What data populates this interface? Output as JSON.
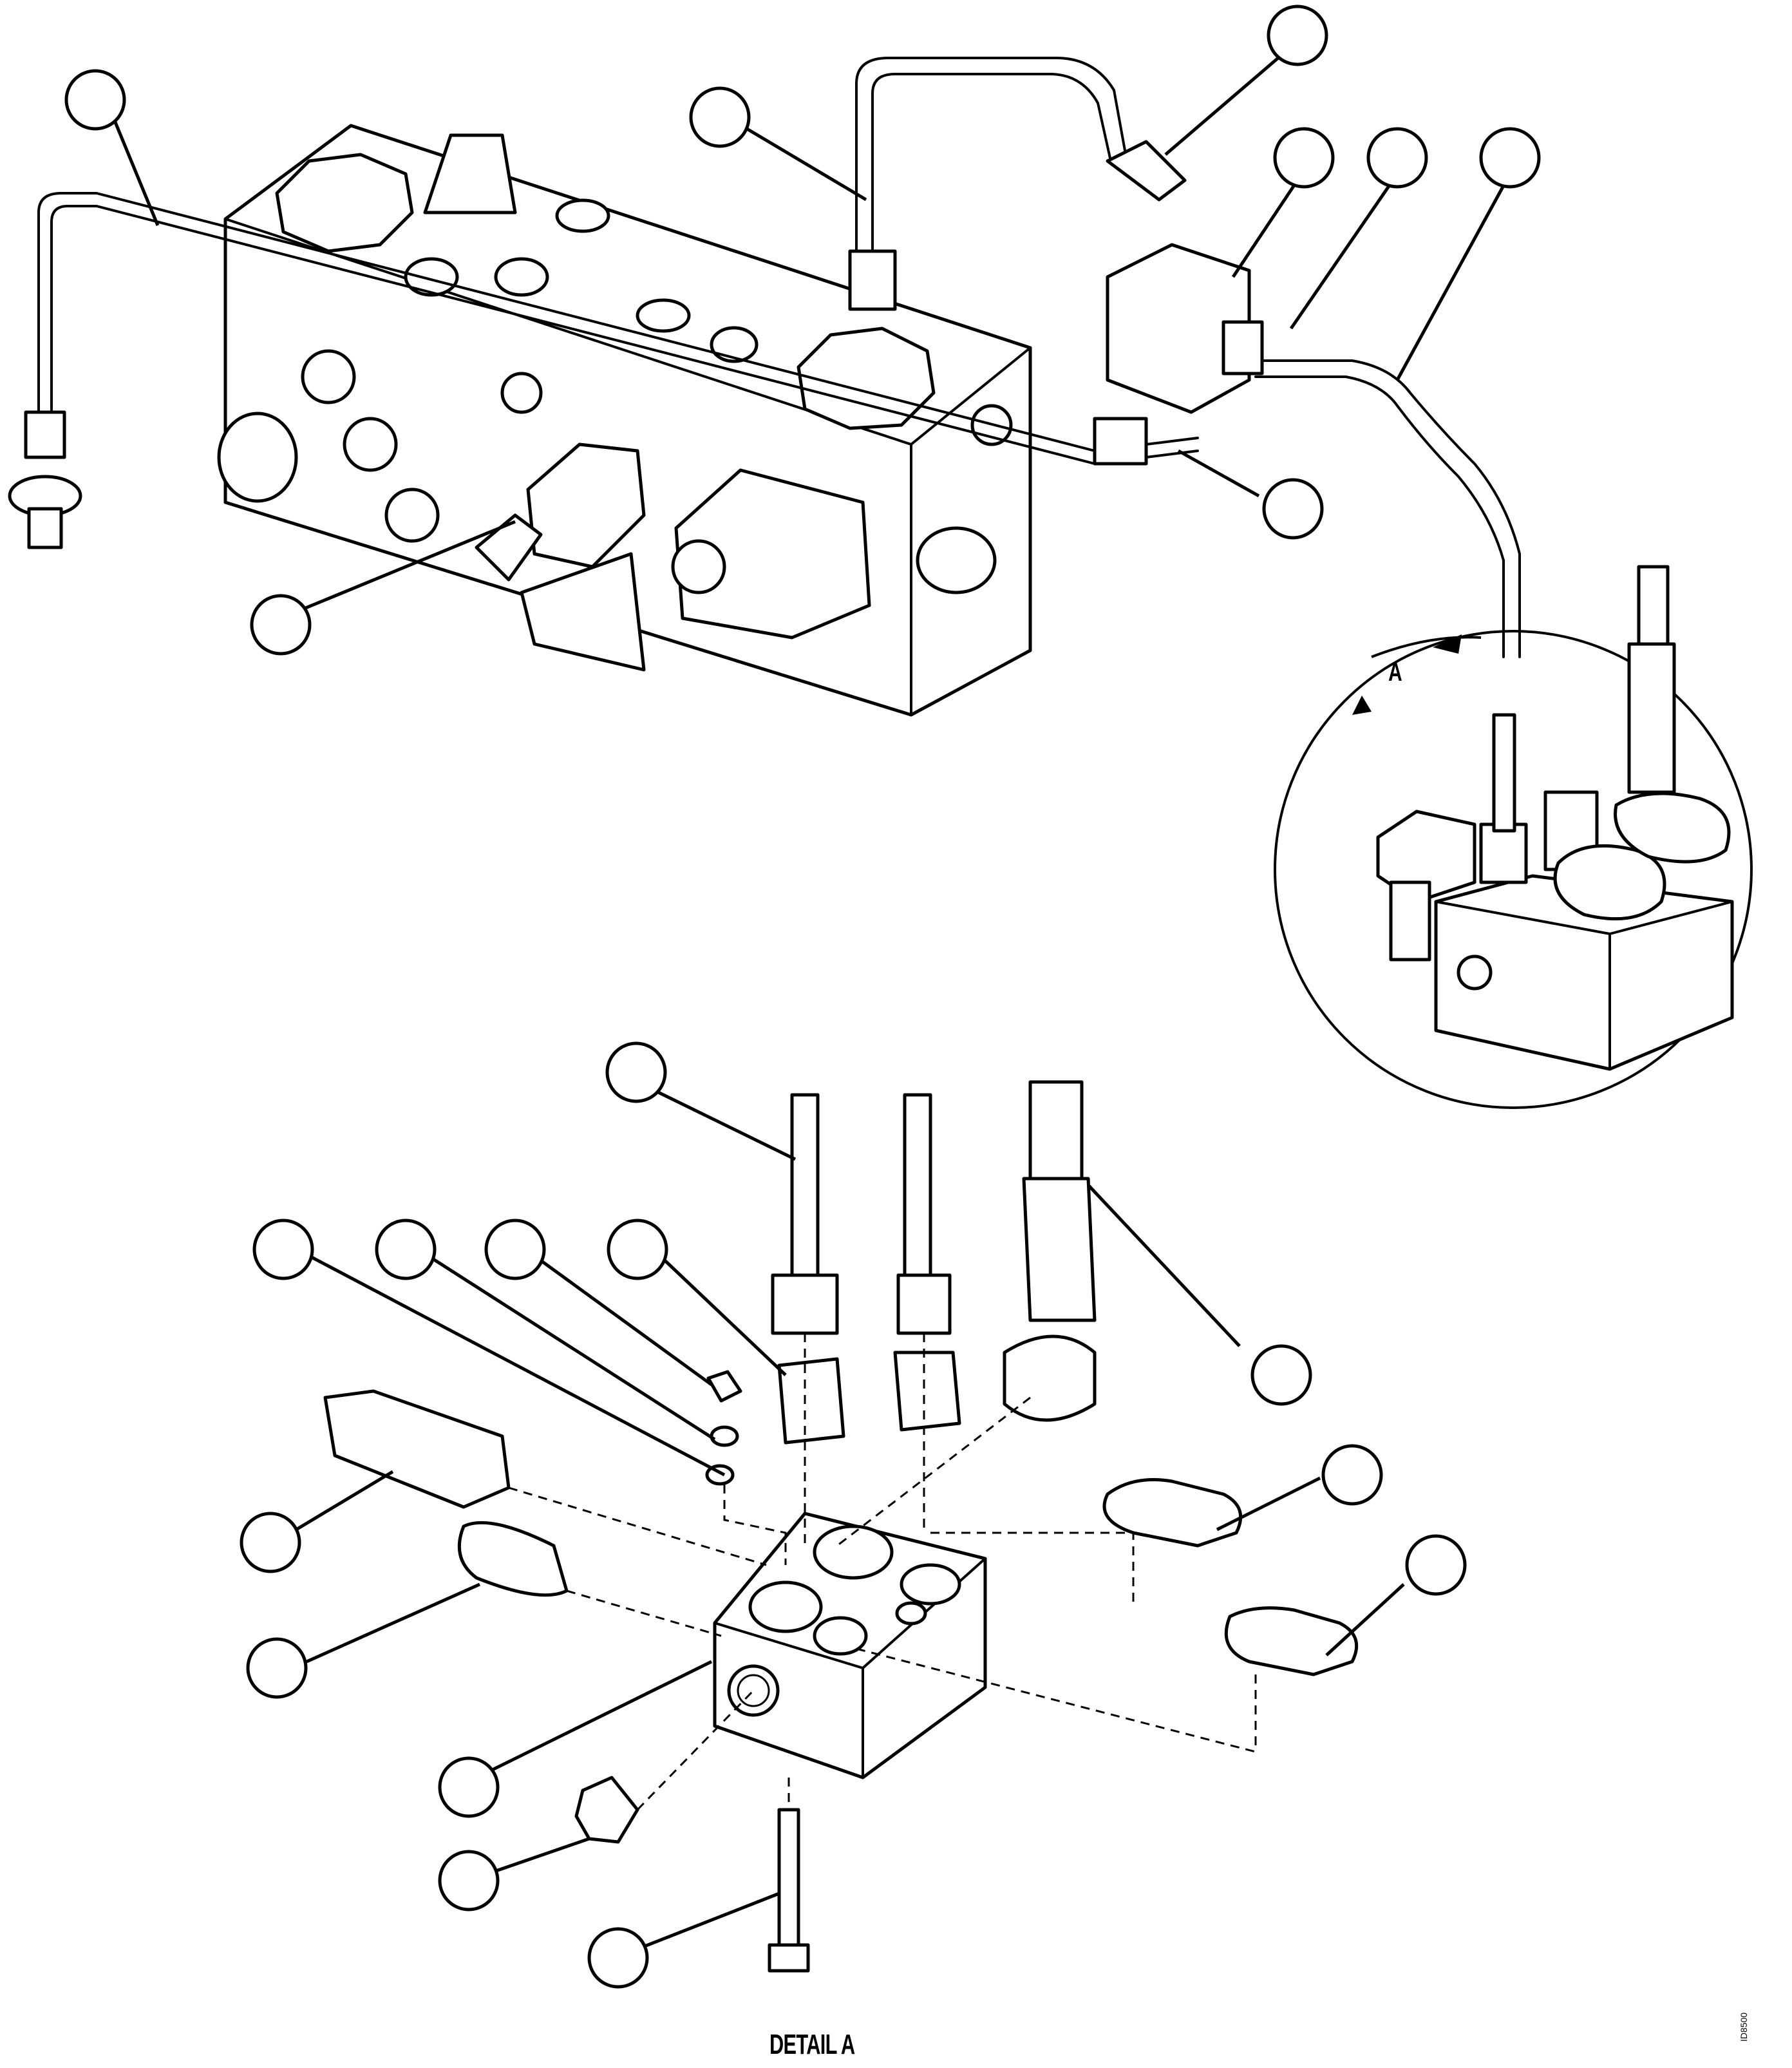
{
  "figure": {
    "detail_title": "DETAIL A",
    "view_letter": "A",
    "drawing_id": "ID8500"
  },
  "balloons": [
    {
      "id": "b1"
    },
    {
      "id": "b2"
    },
    {
      "id": "b3"
    },
    {
      "id": "b4"
    },
    {
      "id": "b5"
    },
    {
      "id": "b6"
    },
    {
      "id": "b7"
    },
    {
      "id": "b8"
    },
    {
      "id": "b9"
    },
    {
      "id": "b10"
    },
    {
      "id": "b11"
    },
    {
      "id": "b12"
    },
    {
      "id": "b13"
    },
    {
      "id": "b14"
    },
    {
      "id": "b15"
    },
    {
      "id": "b16"
    },
    {
      "id": "b17"
    },
    {
      "id": "b18"
    },
    {
      "id": "b19"
    },
    {
      "id": "b20"
    },
    {
      "id": "b21"
    },
    {
      "id": "b22"
    },
    {
      "id": "b23"
    },
    {
      "id": "b24"
    }
  ]
}
